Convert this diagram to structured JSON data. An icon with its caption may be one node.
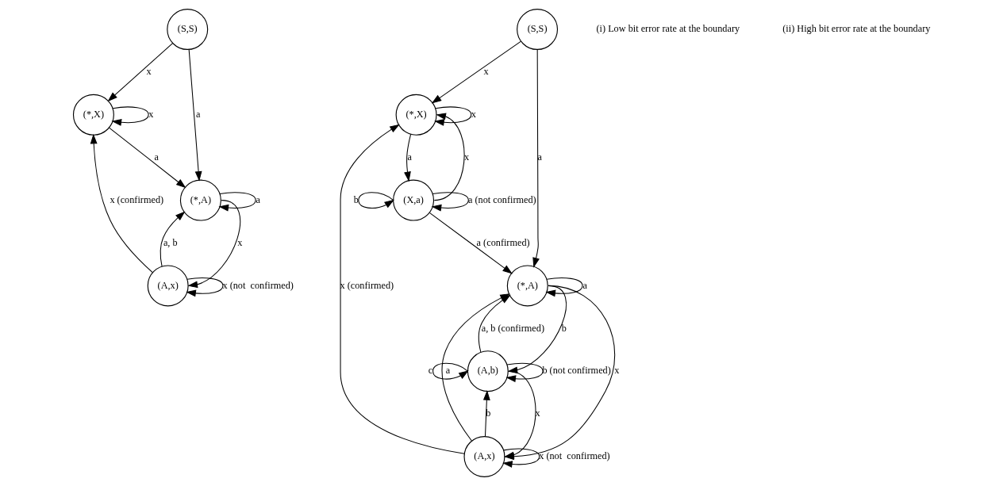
{
  "diagram": {
    "nodes": [
      {
        "text": [
          "(S,S)"
        ]
      },
      {
        "text": [
          "(*,X)"
        ]
      },
      {
        "text": [
          "(*,A)"
        ]
      },
      {
        "text": [
          "(A,x)"
        ]
      },
      {
        "text": [
          "(S,S)"
        ]
      },
      {
        "text": [
          "(*,X)"
        ]
      },
      {
        "text": [
          "(*,A)"
        ]
      },
      {
        "text": [
          "(X,a)"
        ]
      },
      {
        "text": [
          "(A,b)"
        ]
      },
      {
        "text": [
          "(A,x)"
        ]
      }
    ],
    "edges": [
      {
        "from": 0,
        "to": 1,
        "arrow": "to",
        "label": "x"
      },
      {
        "from": 0,
        "to": 2,
        "arrow": "to",
        "label": "a"
      },
      {
        "from": 1,
        "to": 1,
        "arrow": "to",
        "label": "x"
      },
      {
        "from": 2,
        "to": 2,
        "arrow": "to",
        "label": "a"
      },
      {
        "from": 1,
        "to": 2,
        "arrow": "to",
        "label": "a"
      },
      {
        "from": 3,
        "to": 2,
        "arrow": "to",
        "label": "a, b"
      },
      {
        "from": 2,
        "to": 3,
        "arrow": "to",
        "label": "x"
      },
      {
        "from": 3,
        "to": 1,
        "arrow": "to",
        "label": "x (confirmed)"
      },
      {
        "from": 3,
        "to": 3,
        "arrow": "to",
        "label": "x (not  confirmed)"
      },
      {
        "from": 4,
        "to": 5,
        "arrow": "to",
        "label": "x"
      },
      {
        "from": 4,
        "to": 6,
        "arrow": "to",
        "label": "a"
      },
      {
        "from": 5,
        "to": 5,
        "arrow": "to",
        "label": "x"
      },
      {
        "from": 6,
        "to": 6,
        "arrow": "to",
        "label": "a"
      },
      {
        "from": 5,
        "to": 7,
        "arrow": "to",
        "label": "a"
      },
      {
        "from": 7,
        "to": 5,
        "arrow": "to",
        "label": "x"
      },
      {
        "from": 7,
        "to": 7,
        "arrow": "to",
        "label": "a (not confirmed)"
      },
      {
        "from": 7,
        "to": 7,
        "arrow": "to",
        "label": "b"
      },
      {
        "from": 7,
        "to": 6,
        "arrow": "to",
        "label": "a (confirmed)"
      },
      {
        "from": 8,
        "to": 8,
        "arrow": "to",
        "label": "b (not confirmed)"
      },
      {
        "from": 8,
        "to": 8,
        "arrow": "to",
        "label": "c"
      },
      {
        "from": 8,
        "to": 6,
        "arrow": "to",
        "label": "a, b (confirmed)"
      },
      {
        "from": 6,
        "to": 8,
        "arrow": "to",
        "label": "b"
      },
      {
        "from": 9,
        "to": 6,
        "arrow": "to",
        "label": "a"
      },
      {
        "from": 6,
        "to": 9,
        "arrow": "to",
        "label": "x"
      },
      {
        "from": 9,
        "to": 8,
        "arrow": "to",
        "label": "b"
      },
      {
        "from": 8,
        "to": 9,
        "arrow": "to",
        "label": "x"
      },
      {
        "from": 9,
        "to": 5,
        "arrow": "to",
        "label": "x (confirmed)"
      },
      {
        "from": 9,
        "to": 9,
        "arrow": "to",
        "label": "x (not  confirmed)"
      }
    ],
    "labels": [
      "(i) Low bit error rate at the boundary",
      "(ii) High bit error rate at the boundary"
    ]
  }
}
